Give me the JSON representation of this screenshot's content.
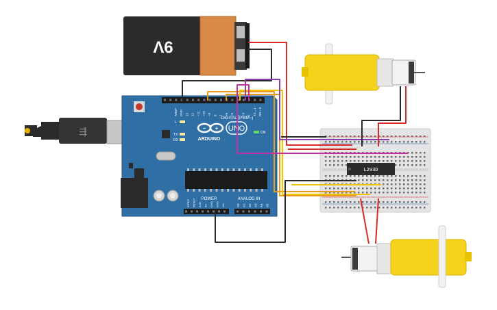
{
  "battery": {
    "label": "9V"
  },
  "arduino": {
    "brand": "ARDUINO",
    "model": "UNO",
    "digital_label": "DIGITAL (PWM~)",
    "power_label": "POWER",
    "analog_label": "ANALOG IN",
    "on_label": "ON",
    "tx_label": "TX",
    "rx_label": "RX",
    "l_label": "L",
    "top_pins": [
      "AREF",
      "GND",
      "13",
      "12",
      "~11",
      "~10",
      "~9",
      "8",
      "7",
      "~6",
      "~5",
      "4",
      "~3",
      "2",
      "TX→1",
      "RX←0"
    ],
    "power_pins": [
      "IOREF",
      "RESET",
      "3.3V",
      "5V",
      "GND",
      "GND",
      "Vin"
    ],
    "analog_pins": [
      "A0",
      "A1",
      "A2",
      "A3",
      "A4",
      "A5"
    ]
  },
  "chip": {
    "label": "L293D"
  },
  "colors": {
    "board": "#2f6fa6",
    "breadboard": "#e4e4e4",
    "motor_body": "#f5d21b",
    "wire_red": "#d62a2a",
    "wire_black": "#2a2a2a",
    "wire_purple": "#8a3fb0",
    "wire_magenta": "#c030a0",
    "wire_yellow": "#f0c400",
    "wire_orange": "#e89a1a"
  }
}
